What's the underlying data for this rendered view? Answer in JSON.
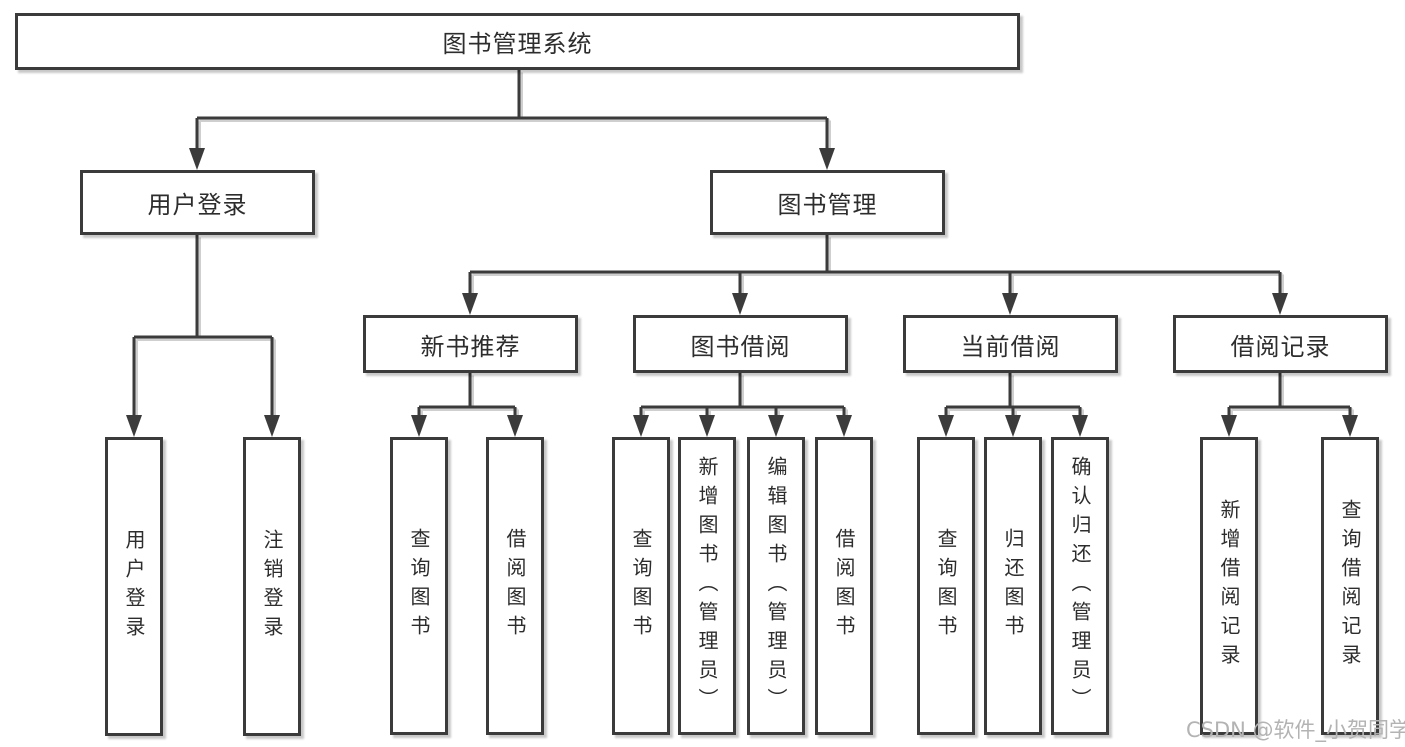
{
  "diagram": {
    "root": {
      "label": "图书管理系统"
    },
    "branches": {
      "user_login": {
        "label": "用户登录",
        "children": [
          "用户登录",
          "注销登录"
        ]
      },
      "book_management": {
        "label": "图书管理",
        "children": [
          {
            "label": "新书推荐",
            "children": [
              "查询图书",
              "借阅图书"
            ]
          },
          {
            "label": "图书借阅",
            "children": [
              "查询图书",
              "新增图书（管理员）",
              "编辑图书（管理员）",
              "借阅图书"
            ]
          },
          {
            "label": "当前借阅",
            "children": [
              "查询图书",
              "归还图书",
              "确认归还（管理员）"
            ]
          },
          {
            "label": "借阅记录",
            "children": [
              "新增借阅记录",
              "查询借阅记录"
            ]
          }
        ]
      }
    },
    "watermark": "CSDN @软件_小贺同学",
    "colors": {
      "line": "#3b3b3b",
      "box_border": "#3b3b3b",
      "text": "#2d2d2d",
      "shadow": "#c9c9c9",
      "watermark": "#b3b3b3",
      "background": "#ffffff"
    }
  }
}
